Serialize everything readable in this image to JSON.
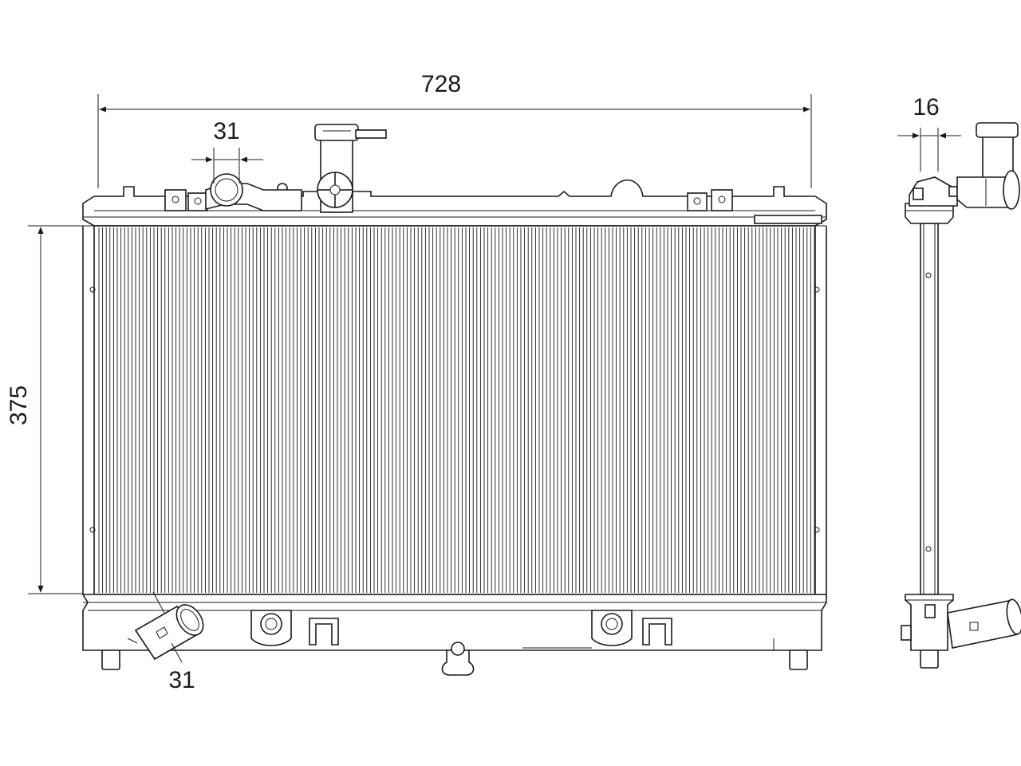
{
  "dimensions": {
    "width": "728",
    "height": "375",
    "thickness": "16",
    "inlet_diameter": "31",
    "outlet_diameter": "31"
  }
}
